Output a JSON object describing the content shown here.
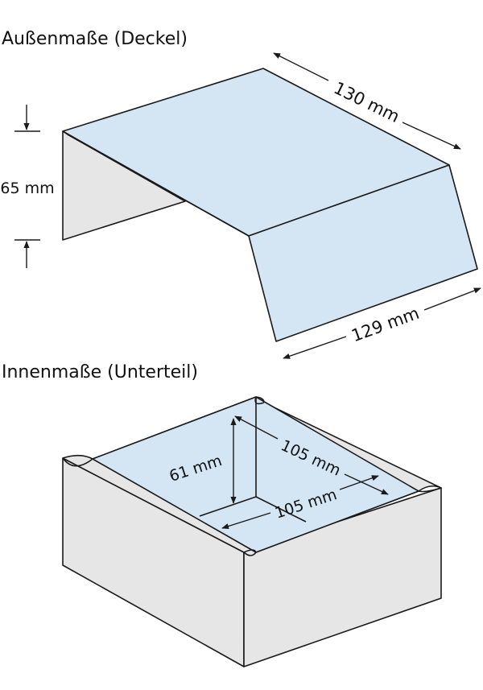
{
  "headings": {
    "outer": "Außenmaße (Deckel)",
    "inner": "Innenmaße (Unterteil)"
  },
  "lid": {
    "length": "130 mm",
    "width": "129 mm",
    "height": "65 mm"
  },
  "base": {
    "height": "61 mm",
    "length": "105 mm",
    "width": "105 mm"
  },
  "colors": {
    "face_light_blue": "#d4e5f4",
    "face_grey": "#e6e6e6",
    "stroke": "#1a1a1a"
  }
}
